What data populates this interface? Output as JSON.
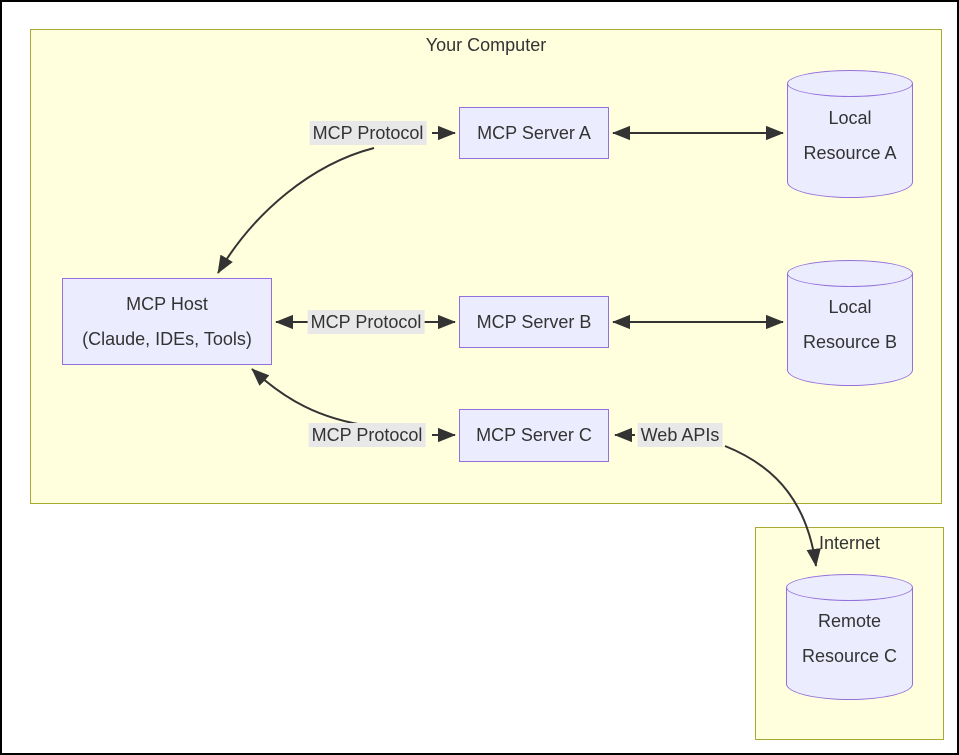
{
  "clusters": {
    "your_computer": {
      "label": "Your Computer"
    },
    "internet": {
      "label": "Internet"
    }
  },
  "nodes": {
    "host": {
      "line1": "MCP Host",
      "line2": "(Claude, IDEs, Tools)"
    },
    "server_a": {
      "label": "MCP Server A"
    },
    "server_b": {
      "label": "MCP Server B"
    },
    "server_c": {
      "label": "MCP Server C"
    },
    "resource_a": {
      "line1": "Local",
      "line2": "Resource A"
    },
    "resource_b": {
      "line1": "Local",
      "line2": "Resource B"
    },
    "resource_c": {
      "line1": "Remote",
      "line2": "Resource C"
    }
  },
  "edge_labels": {
    "protocol_a": "MCP Protocol",
    "protocol_b": "MCP Protocol",
    "protocol_c": "MCP Protocol",
    "web_apis": "Web APIs"
  },
  "colors": {
    "node_fill": "#ECECFF",
    "node_border": "#9370DB",
    "cluster_fill": "#ffffde",
    "cluster_border": "#aaaa33",
    "edge_label_bg": "#e8e8e8",
    "edge_line": "#333333",
    "text": "#333333"
  }
}
